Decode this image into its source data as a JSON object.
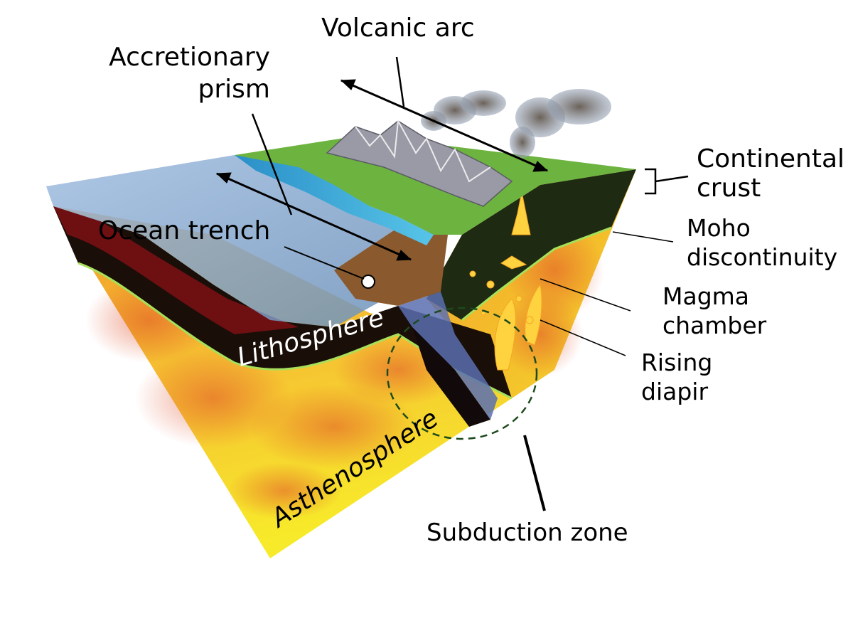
{
  "labels": {
    "volcanic_arc": "Volcanic arc",
    "accretionary_prism_line1": "Accretionary",
    "accretionary_prism_line2": "prism",
    "continental_crust_line1": "Continental",
    "continental_crust_line2": "crust",
    "ocean_trench": "Ocean trench",
    "moho_line1": "Moho",
    "moho_line2": "discontinuity",
    "magma_chamber_line1": "Magma",
    "magma_chamber_line2": "chamber",
    "rising_diapir_line1": "Rising",
    "rising_diapir_line2": "diapir",
    "lithosphere": "Lithosphere",
    "asthenosphere": "Asthenosphere",
    "subduction_zone": "Subduction zone"
  },
  "colors": {
    "land": "#6db33f",
    "ocean": "#8fb1d6",
    "lithosphere": "#1a0e08",
    "mantle_top": "#f5a623",
    "mantle_bottom": "#f7e628",
    "magma": "#ffd23f",
    "label": "#000000"
  }
}
